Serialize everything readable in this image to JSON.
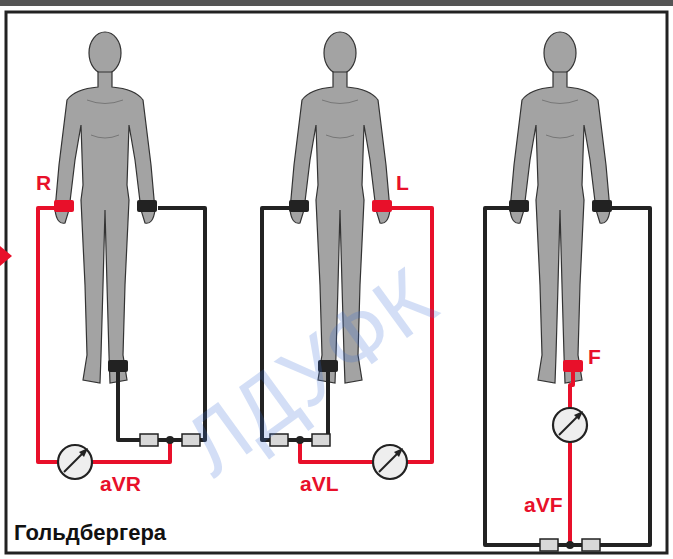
{
  "diagram": {
    "caption": "Гольдбергера",
    "labels": [
      "R",
      "aVR",
      "L",
      "aVL",
      "F",
      "aVF",
      "ЛДУФК"
    ]
  }
}
